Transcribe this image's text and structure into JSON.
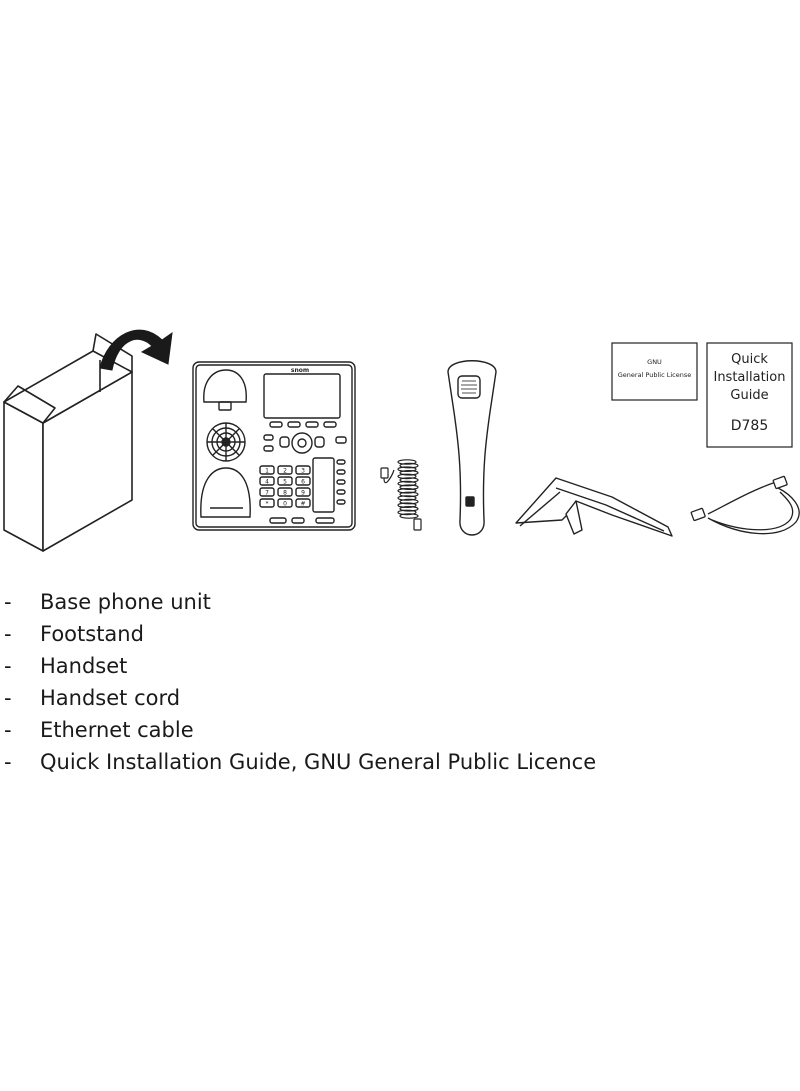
{
  "phone_brand": "snom",
  "gpl_card": {
    "line1": "GNU",
    "line2": "General Public License"
  },
  "guide_card": {
    "line1": "Quick",
    "line2": "Installation",
    "line3": "Guide",
    "model": "D785"
  },
  "keypad": [
    "1",
    "2",
    "3",
    "4",
    "5",
    "6",
    "7",
    "8",
    "9",
    "*",
    "0",
    "#"
  ],
  "contents": [
    {
      "bullet": "-",
      "label": "Base phone unit"
    },
    {
      "bullet": "-",
      "label": "Footstand"
    },
    {
      "bullet": "-",
      "label": "Handset"
    },
    {
      "bullet": "-",
      "label": "Handset cord"
    },
    {
      "bullet": "-",
      "label": "Ethernet cable"
    },
    {
      "bullet": "-",
      "label": "Quick Installation Guide, GNU General Public Licence"
    }
  ]
}
